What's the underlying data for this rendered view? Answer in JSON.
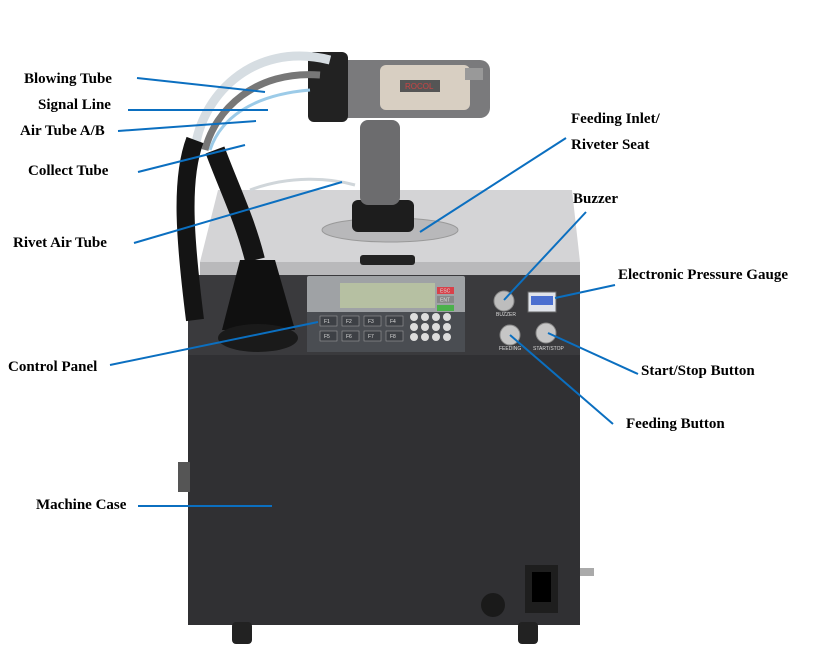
{
  "labels": {
    "blowing_tube": "Blowing Tube",
    "signal_line": "Signal Line",
    "air_tube": "Air Tube A/B",
    "collect_tube": "Collect Tube",
    "rivet_air_tube": "Rivet Air Tube",
    "feeding_inlet_line1": "Feeding Inlet/",
    "feeding_inlet_line2": "Riveter Seat",
    "buzzer": "Buzzer",
    "pressure_gauge": "Electronic Pressure Gauge",
    "control_panel": "Control Panel",
    "start_stop": "Start/Stop Button",
    "feeding_button": "Feeding Button",
    "machine_case": "Machine Case"
  },
  "machine_text": {
    "gun_brand": "ROCOL",
    "keys": [
      "F1",
      "F2",
      "F3",
      "F4",
      "F5",
      "F6",
      "F7",
      "F8"
    ],
    "esc": "ESC",
    "ent": "ENT",
    "buzzer": "BUZZER",
    "feeding": "FEEDING",
    "start_stop": "START/STOP"
  },
  "colors": {
    "leader_line": "#0b6fc0",
    "case": "#2e2e30",
    "lid": "#cfcfd1"
  }
}
